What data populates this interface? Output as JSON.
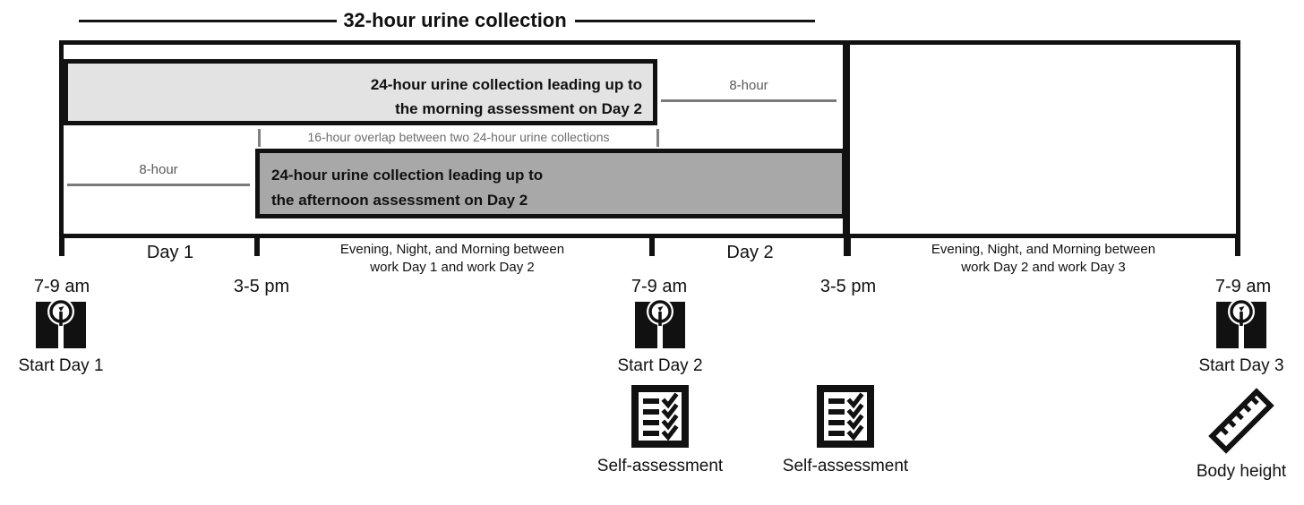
{
  "figure": {
    "title": "32-hour urine collection"
  },
  "bars": {
    "morning": {
      "label_line1": "24-hour urine collection leading up to",
      "label_line2": "the morning assessment on Day 2",
      "fill_color": "#e3e3e3"
    },
    "afternoon": {
      "label_line1": "24-hour urine collection leading up to",
      "label_line2": "the afternoon assessment on Day 2",
      "fill_color": "#a8a8a8"
    }
  },
  "annotations": {
    "eight_hour_right": "8-hour",
    "eight_hour_left": "8-hour",
    "overlap": "16-hour overlap between two 24-hour urine collections"
  },
  "axis": {
    "segments": [
      {
        "label": "Day 1"
      },
      {
        "line1": "Evening, Night, and Morning between",
        "line2": "work Day 1 and work Day 2"
      },
      {
        "label": "Day 2"
      },
      {
        "line1": "Evening, Night, and Morning between",
        "line2": "work Day 2 and work Day 3"
      }
    ],
    "times": [
      {
        "label": "7-9 am"
      },
      {
        "label": "3-5 pm"
      },
      {
        "label": "7-9 am"
      },
      {
        "label": "3-5 pm"
      },
      {
        "label": "7-9 am"
      }
    ]
  },
  "events": [
    {
      "icon": "scale-icon",
      "caption": "Start Day 1"
    },
    {
      "icon": "scale-icon",
      "caption": "Start Day 2"
    },
    {
      "icon": "scale-icon",
      "caption": "Start Day 3"
    },
    {
      "icon": "checklist-icon",
      "caption": "Self-assessment"
    },
    {
      "icon": "checklist-icon",
      "caption": "Self-assessment"
    },
    {
      "icon": "ruler-icon",
      "caption": "Body height"
    }
  ],
  "colors": {
    "ink": "#111111",
    "gray_text": "#6e6e6e",
    "light_bar": "#e3e3e3",
    "dark_bar": "#a8a8a8"
  }
}
